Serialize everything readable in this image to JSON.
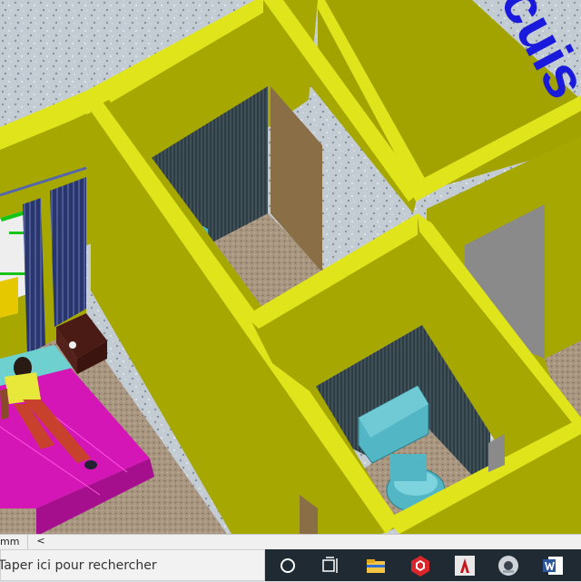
{
  "drawing": {
    "watermark_text": "cuis",
    "colors": {
      "wall": "#a6a700",
      "wall_top": "#e0e61a",
      "wall_dark": "#8f8f00",
      "floor_pattern": "#c8cfd6",
      "tile_floor": "#a89780",
      "curtain": "#2b3a66",
      "bed": "#d416b6",
      "fixture": "#53b6c4",
      "door_brown": "#8a6e46",
      "door_grey": "#8a8a8a",
      "watermark": "#1a1adc"
    }
  },
  "statusbar": {
    "units": "mm",
    "scroll_left": "<"
  },
  "taskbar": {
    "search_placeholder": "Taper ici pour rechercher",
    "icons": [
      "cortana-circle-icon",
      "task-view-icon",
      "file-explorer-icon",
      "sketchup-icon",
      "autocad-icon",
      "app-disc-icon",
      "word-icon"
    ]
  }
}
